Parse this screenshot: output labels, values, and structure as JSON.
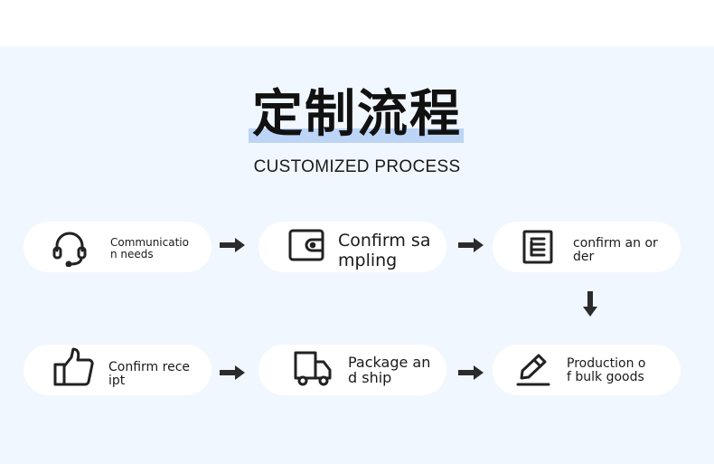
{
  "header": {
    "title": "定制流程",
    "subtitle": "CUSTOMIZED PROCESS"
  },
  "steps": [
    {
      "label": "Communicatio\nn needs",
      "icon": "headset-icon"
    },
    {
      "label": "Confirm sa\nmpling",
      "icon": "wallet-icon"
    },
    {
      "label": "confirm an or\nder",
      "icon": "document-list-icon"
    },
    {
      "label": "Confirm rece\nipt",
      "icon": "thumbs-up-icon"
    },
    {
      "label": "Package an\nd ship",
      "icon": "delivery-truck-icon"
    },
    {
      "label": "Production o\nf bulk goods",
      "icon": "pencil-edit-icon"
    }
  ],
  "colors": {
    "panel_bg": "#f1f7fe",
    "card_bg": "#ffffff",
    "highlight": "#bcd4f5",
    "text": "#111111",
    "arrow": "#2b2b2b"
  }
}
